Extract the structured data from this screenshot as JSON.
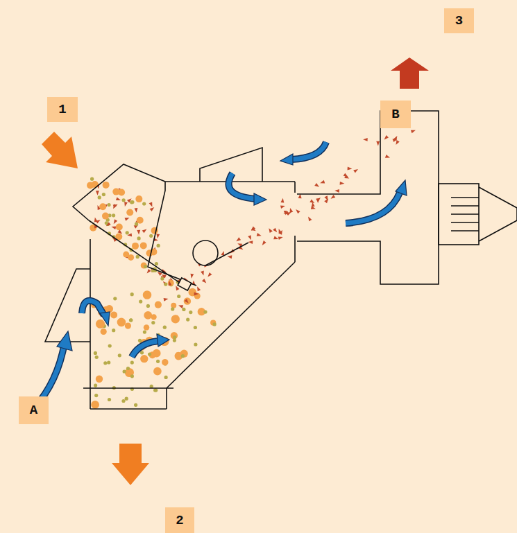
{
  "diagram": {
    "labels": [
      "1",
      "2",
      "3",
      "A",
      "B"
    ]
  }
}
